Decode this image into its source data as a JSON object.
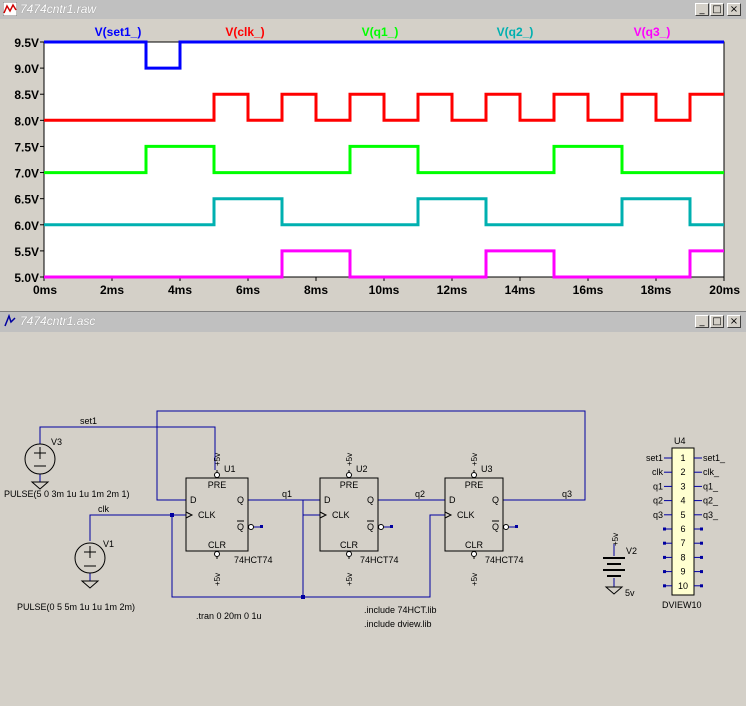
{
  "waveform_window": {
    "title": "7474cntr1.raw",
    "buttons": {
      "minimize": "_",
      "maximize": "□",
      "close": "×"
    }
  },
  "schematic_window": {
    "title": "7474cntr1.asc",
    "buttons": {
      "minimize": "_",
      "maximize": "□",
      "close": "×"
    }
  },
  "colors": {
    "set1": "#0000ff",
    "clk": "#ff0000",
    "q1": "#00ff00",
    "q2": "#00b0b0",
    "q3": "#ff00ff",
    "wire": "#0000a0",
    "component": "#000000",
    "plot_bg": "#ffffff",
    "window_bg": "#d4d0c8"
  },
  "chart_data": {
    "type": "line",
    "step": true,
    "xlabel": "",
    "ylabel": "",
    "xlim": [
      0,
      20
    ],
    "ylim": [
      5.0,
      9.5
    ],
    "x_unit": "ms",
    "grid": false,
    "x_ticks": [
      "0ms",
      "2ms",
      "4ms",
      "6ms",
      "8ms",
      "10ms",
      "12ms",
      "14ms",
      "16ms",
      "18ms",
      "20ms"
    ],
    "y_ticks": [
      "9.5V",
      "9.0V",
      "8.5V",
      "8.0V",
      "7.5V",
      "7.0V",
      "6.5V",
      "6.0V",
      "5.5V",
      "5.0V"
    ],
    "series": [
      {
        "name": "V(set1_)",
        "color": "#0000ff",
        "x": [
          0,
          3,
          3,
          4,
          4,
          20
        ],
        "y": [
          9.5,
          9.5,
          9.0,
          9.0,
          9.5,
          9.5
        ]
      },
      {
        "name": "V(clk_)",
        "color": "#ff0000",
        "x": [
          0,
          5,
          5,
          6,
          6,
          7,
          7,
          8,
          8,
          9,
          9,
          10,
          10,
          11,
          11,
          12,
          12,
          13,
          13,
          14,
          14,
          15,
          15,
          16,
          16,
          17,
          17,
          18,
          18,
          19,
          19,
          20
        ],
        "y": [
          8.0,
          8.0,
          8.5,
          8.5,
          8.0,
          8.0,
          8.5,
          8.5,
          8.0,
          8.0,
          8.5,
          8.5,
          8.0,
          8.0,
          8.5,
          8.5,
          8.0,
          8.0,
          8.5,
          8.5,
          8.0,
          8.0,
          8.5,
          8.5,
          8.0,
          8.0,
          8.5,
          8.5,
          8.0,
          8.0,
          8.5,
          8.5
        ]
      },
      {
        "name": "V(q1_)",
        "color": "#00ff00",
        "x": [
          0,
          3,
          3,
          5,
          5,
          9,
          9,
          11,
          11,
          15,
          15,
          17,
          17,
          20
        ],
        "y": [
          7.0,
          7.0,
          7.5,
          7.5,
          7.0,
          7.0,
          7.5,
          7.5,
          7.0,
          7.0,
          7.5,
          7.5,
          7.0,
          7.0
        ]
      },
      {
        "name": "V(q2_)",
        "color": "#00b0b0",
        "x": [
          0,
          5,
          5,
          7,
          7,
          11,
          11,
          13,
          13,
          17,
          17,
          19,
          19,
          20
        ],
        "y": [
          6.0,
          6.0,
          6.5,
          6.5,
          6.0,
          6.0,
          6.5,
          6.5,
          6.0,
          6.0,
          6.5,
          6.5,
          6.0,
          6.0
        ]
      },
      {
        "name": "V(q3_)",
        "color": "#ff00ff",
        "x": [
          0,
          7,
          7,
          9,
          9,
          13,
          13,
          15,
          15,
          19,
          19,
          20
        ],
        "y": [
          5.0,
          5.0,
          5.5,
          5.5,
          5.0,
          5.0,
          5.5,
          5.5,
          5.0,
          5.0,
          5.5,
          5.5
        ]
      }
    ]
  },
  "schematic": {
    "net_labels": {
      "set1": "set1",
      "clk": "clk",
      "q1": "q1",
      "q2": "q2",
      "q3": "q3"
    },
    "sources": {
      "v3_name": "V3",
      "v3_value": "PULSE(5 0 3m 1u 1u 1m 2m 1)",
      "v1_name": "V1",
      "v1_value": "PULSE(0 5 5m 1u 1u 1m 2m)",
      "v2_name": "V2",
      "v2_value": "5v",
      "supply": "+5v"
    },
    "flipflops": [
      {
        "ref": "U1",
        "model": "74HCT74"
      },
      {
        "ref": "U2",
        "model": "74HCT74"
      },
      {
        "ref": "U3",
        "model": "74HCT74"
      }
    ],
    "pins": {
      "pre": "PRE",
      "clr": "CLR",
      "d": "D",
      "clk": "CLK",
      "q": "Q",
      "qbar": "Q",
      "power": "+5v"
    },
    "dview": {
      "ref": "U4",
      "model": "DVIEW10",
      "left_labels": [
        "set1",
        "clk",
        "q1",
        "q2",
        "q3"
      ],
      "right_labels": [
        "set1_",
        "clk_",
        "q1_",
        "q2_",
        "q3_"
      ],
      "numbers": [
        "1",
        "2",
        "3",
        "4",
        "5",
        "6",
        "7",
        "8",
        "9",
        "10"
      ]
    },
    "directives": {
      "tran": ".tran 0 20m 0 1u",
      "include1": ".include 74HCT.lib",
      "include2": ".include dview.lib"
    }
  }
}
